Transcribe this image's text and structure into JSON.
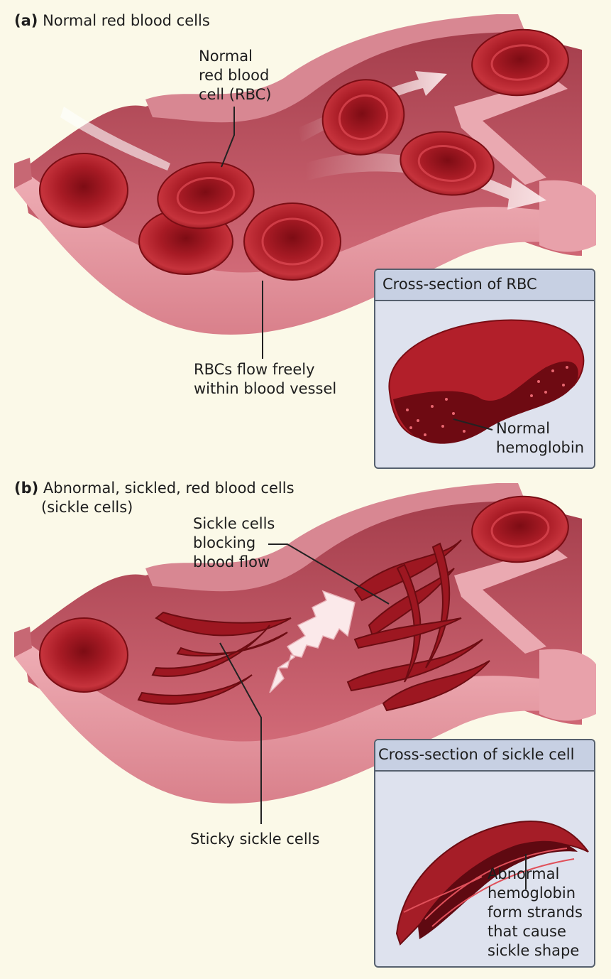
{
  "panel_a": {
    "letter": "(a)",
    "title": "Normal red blood cells",
    "label_rbc": [
      "Normal",
      "red blood",
      "cell (RBC)"
    ],
    "label_flow": [
      "RBCs flow freely",
      "within blood vessel"
    ],
    "inset_title": "Cross-section of RBC",
    "inset_label": [
      "Normal",
      "hemoglobin"
    ]
  },
  "panel_b": {
    "letter": "(b)",
    "title": [
      "Abnormal, sickled, red blood cells",
      "(sickle cells)"
    ],
    "label_blocking": [
      "Sickle cells",
      "blocking",
      "blood flow"
    ],
    "label_sticky": "Sticky sickle cells",
    "inset_title": "Cross-section of sickle cell",
    "inset_label": [
      "Abnormal",
      "hemoglobin",
      "form strands",
      "that cause",
      "sickle shape"
    ]
  },
  "colors": {
    "background": "#fbf9e8",
    "vessel_wall": "#e79ba5",
    "vessel_inner": "#b64c59",
    "rbc": "#b3202a",
    "inset_bg": "#dee2ee"
  }
}
